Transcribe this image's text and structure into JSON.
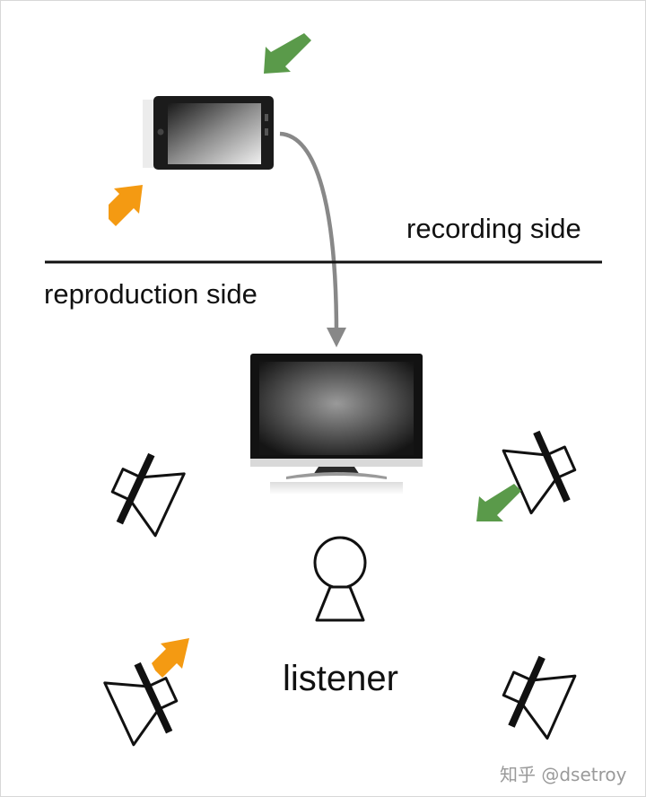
{
  "labels": {
    "recording_side": "recording side",
    "reproduction_side": "reproduction side",
    "listener": "listener"
  },
  "watermark": "知乎 @dsetroy",
  "colors": {
    "arrow_green": "#5a9a4a",
    "arrow_orange": "#f49a12",
    "flow_arrow": "#888888",
    "divider": "#111111",
    "outline": "#111111"
  }
}
